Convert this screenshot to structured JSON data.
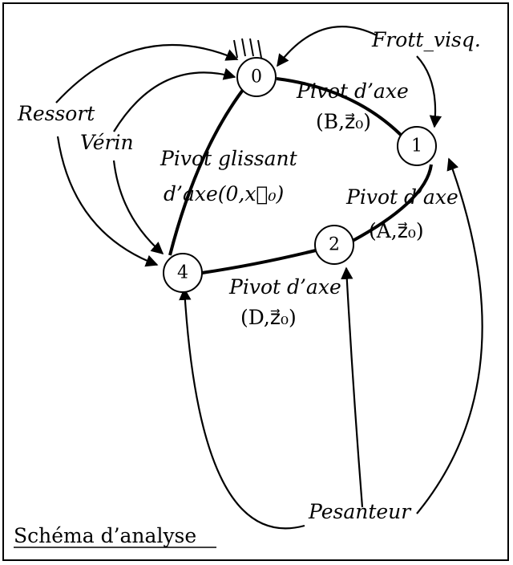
{
  "nodes": [
    {
      "id": "0",
      "label": "0"
    },
    {
      "id": "1",
      "label": "1"
    },
    {
      "id": "2",
      "label": "2"
    },
    {
      "id": "4",
      "label": "4"
    }
  ],
  "joints": {
    "pivot_B": {
      "line1": "Pivot d’axe",
      "line2": "(B,z⃗₀)"
    },
    "pivot_A": {
      "line1": "Pivot d’axe",
      "line2": "(A,z⃗₀)"
    },
    "pivot_D": {
      "line1": "Pivot d’axe",
      "line2": "(D,z⃗₀)"
    },
    "pivot_glissant": {
      "line1": "Pivot glissant",
      "line2": "d’axe(0,x⃗₀)"
    }
  },
  "actions": {
    "frott_visq": "Frott_visq.",
    "ressort": "Ressort",
    "verin": "Vérin",
    "pesanteur": "Pesanteur"
  },
  "caption": "Schéma d’analyse"
}
